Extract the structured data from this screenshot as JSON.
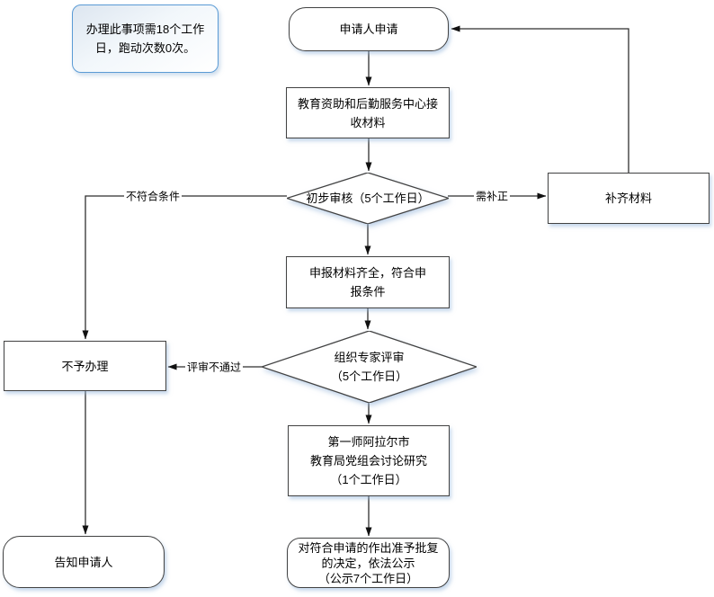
{
  "note": {
    "text": "办理此事项需18个工作日，跑动次数0次。"
  },
  "nodes": {
    "start": {
      "label": "申请人申请"
    },
    "receive": {
      "lines": [
        "教育资助和后勤服务中心接",
        "收材料"
      ]
    },
    "initial_review": {
      "label": "初步审核（5个工作日）"
    },
    "supplement": {
      "label": "补齐材料"
    },
    "complete": {
      "lines": [
        "申报材料齐全，符合申",
        "报条件"
      ]
    },
    "expert_review": {
      "lines": [
        "组织专家评审",
        "（5个工作日）"
      ]
    },
    "reject": {
      "label": "不予办理"
    },
    "discuss": {
      "lines": [
        "第一师阿拉尔市",
        "教育局党组会讨论研究",
        "（1个工作日）"
      ]
    },
    "inform": {
      "label": "告知申请人"
    },
    "approve": {
      "lines": [
        "对符合申请的作出准予批复",
        "的决定，依法公示",
        "（公示7个工作日）"
      ]
    }
  },
  "edge_labels": {
    "not_qualified": "不符合条件",
    "need_supplement": "需补正",
    "review_failed": "评审不通过"
  },
  "colors": {
    "line": "#2f2f2f",
    "box_border": "#424242",
    "note_border": "#5b9bd5",
    "shadow": "#96b6da"
  }
}
